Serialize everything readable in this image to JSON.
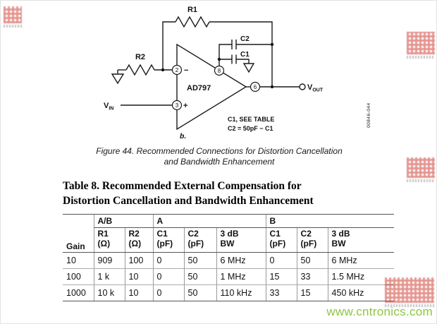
{
  "figure": {
    "caption1": "Figure 44. Recommended Connections for Distortion Cancellation",
    "caption2": "and Bandwidth Enhancement",
    "code": "00846-044",
    "labels": {
      "r1": "R1",
      "r2": "R2",
      "c1": "C1",
      "c2": "C2",
      "opamp": "AD797",
      "pin2": "2",
      "pin3": "3",
      "pin6": "6",
      "pin8": "8",
      "minus": "−",
      "plus": "+",
      "v_main": "V",
      "vin_sub": "IN",
      "vout_sub": "OUT",
      "note1": "C1, SEE TABLE",
      "note2": "C2 = 50pF − C1",
      "sub_label": "b."
    }
  },
  "table": {
    "title1": "Table 8. Recommended External Compensation for",
    "title2": "Distortion Cancellation and Bandwidth Enhancement",
    "gain_header": "Gain",
    "groups": [
      "A/B",
      "A",
      "B"
    ],
    "cols": [
      [
        "R1",
        "(Ω)"
      ],
      [
        "R2",
        "(Ω)"
      ],
      [
        "C1",
        "(pF)"
      ],
      [
        "C2",
        "(pF)"
      ],
      [
        "3 dB",
        "BW"
      ],
      [
        "C1",
        "(pF)"
      ],
      [
        "C2",
        "(pF)"
      ],
      [
        "3 dB",
        "BW"
      ]
    ],
    "rows": [
      [
        "10",
        "909",
        "100",
        "0",
        "50",
        "6 MHz",
        "0",
        "50",
        "6 MHz"
      ],
      [
        "100",
        "1 k",
        "10",
        "0",
        "50",
        "1 MHz",
        "15",
        "33",
        "1.5 MHz"
      ],
      [
        "1000",
        "10 k",
        "10",
        "0",
        "50",
        "110 kHz",
        "33",
        "15",
        "450 kHz"
      ]
    ]
  },
  "watermark": {
    "text": "www.cntronics.com",
    "color": "#8cc63e"
  }
}
